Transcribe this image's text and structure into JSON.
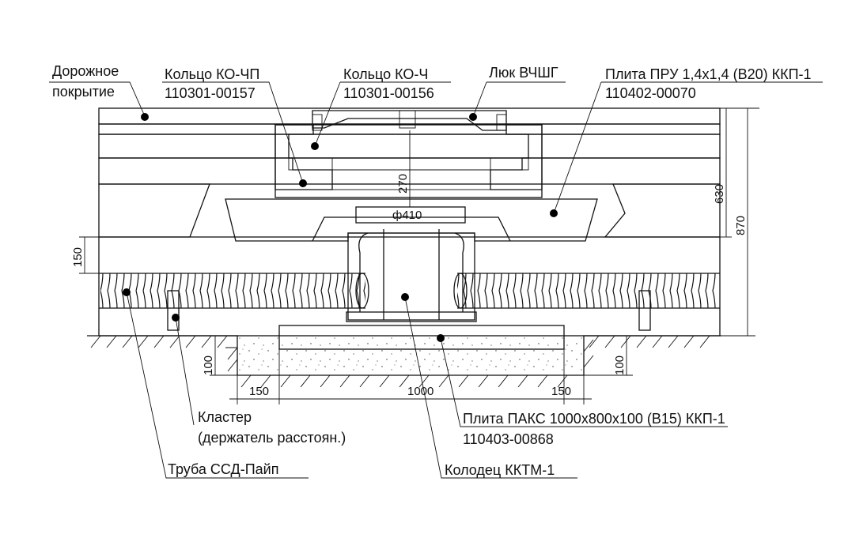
{
  "labels": {
    "road_surface_1": "Дорожное",
    "road_surface_2": "покрытие",
    "ring_kochp_name": "Кольцо КО-ЧП",
    "ring_kochp_code": "110301-00157",
    "ring_koch_name": "Кольцо КО-Ч",
    "ring_koch_code": "110301-00156",
    "hatch": "Люк ВЧШГ",
    "plate_pru_name": "Плита ПРУ 1,4x1,4 (В20) ККП-1",
    "plate_pru_code": "110402-00070",
    "cluster_name": "Кластер",
    "cluster_desc": "(держатель расстоян.)",
    "pipe": "Труба ССД-Пайп",
    "plate_paks_name": "Плита ПАКС 1000x800x100 (В15) ККП-1",
    "plate_paks_code": "110403-00868",
    "well": "Колодец ККТМ-1"
  },
  "dimensions": {
    "ring_height": "270",
    "diameter": "ф410",
    "depth_630": "630",
    "depth_870": "870",
    "sand_150": "150",
    "base_left_100": "100",
    "base_right_100": "100",
    "bottom_left_150": "150",
    "bottom_1000": "1000",
    "bottom_right_150": "150"
  }
}
